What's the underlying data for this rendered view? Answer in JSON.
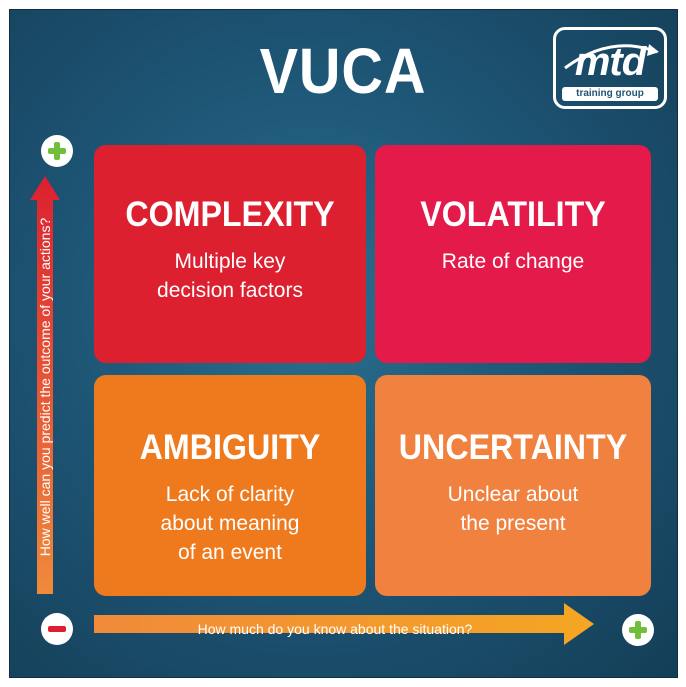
{
  "title": "VUCA",
  "logo": {
    "main": "mtd",
    "sub": "training group"
  },
  "quadrants": [
    {
      "heading": "COMPLEXITY",
      "description": "Multiple key\ndecision factors",
      "color": "#dc2030"
    },
    {
      "heading": "VOLATILITY",
      "description": "Rate of change",
      "color": "#e31a4a"
    },
    {
      "heading": "AMBIGUITY",
      "description": "Lack of clarity\nabout meaning\nof an event",
      "color": "#ef7a1e"
    },
    {
      "heading": "UNCERTAINTY",
      "description": "Unclear about\nthe present",
      "color": "#f0813f"
    }
  ],
  "axes": {
    "vertical_label": "How well can you predict the  outcome of your actions?",
    "horizontal_label": "How much do you know about the situation?"
  },
  "icons": {
    "plus": "plus-icon",
    "minus": "minus-icon"
  },
  "colors": {
    "background": "#1e5676",
    "plus": "#6fbf3b",
    "minus": "#dc2030"
  }
}
